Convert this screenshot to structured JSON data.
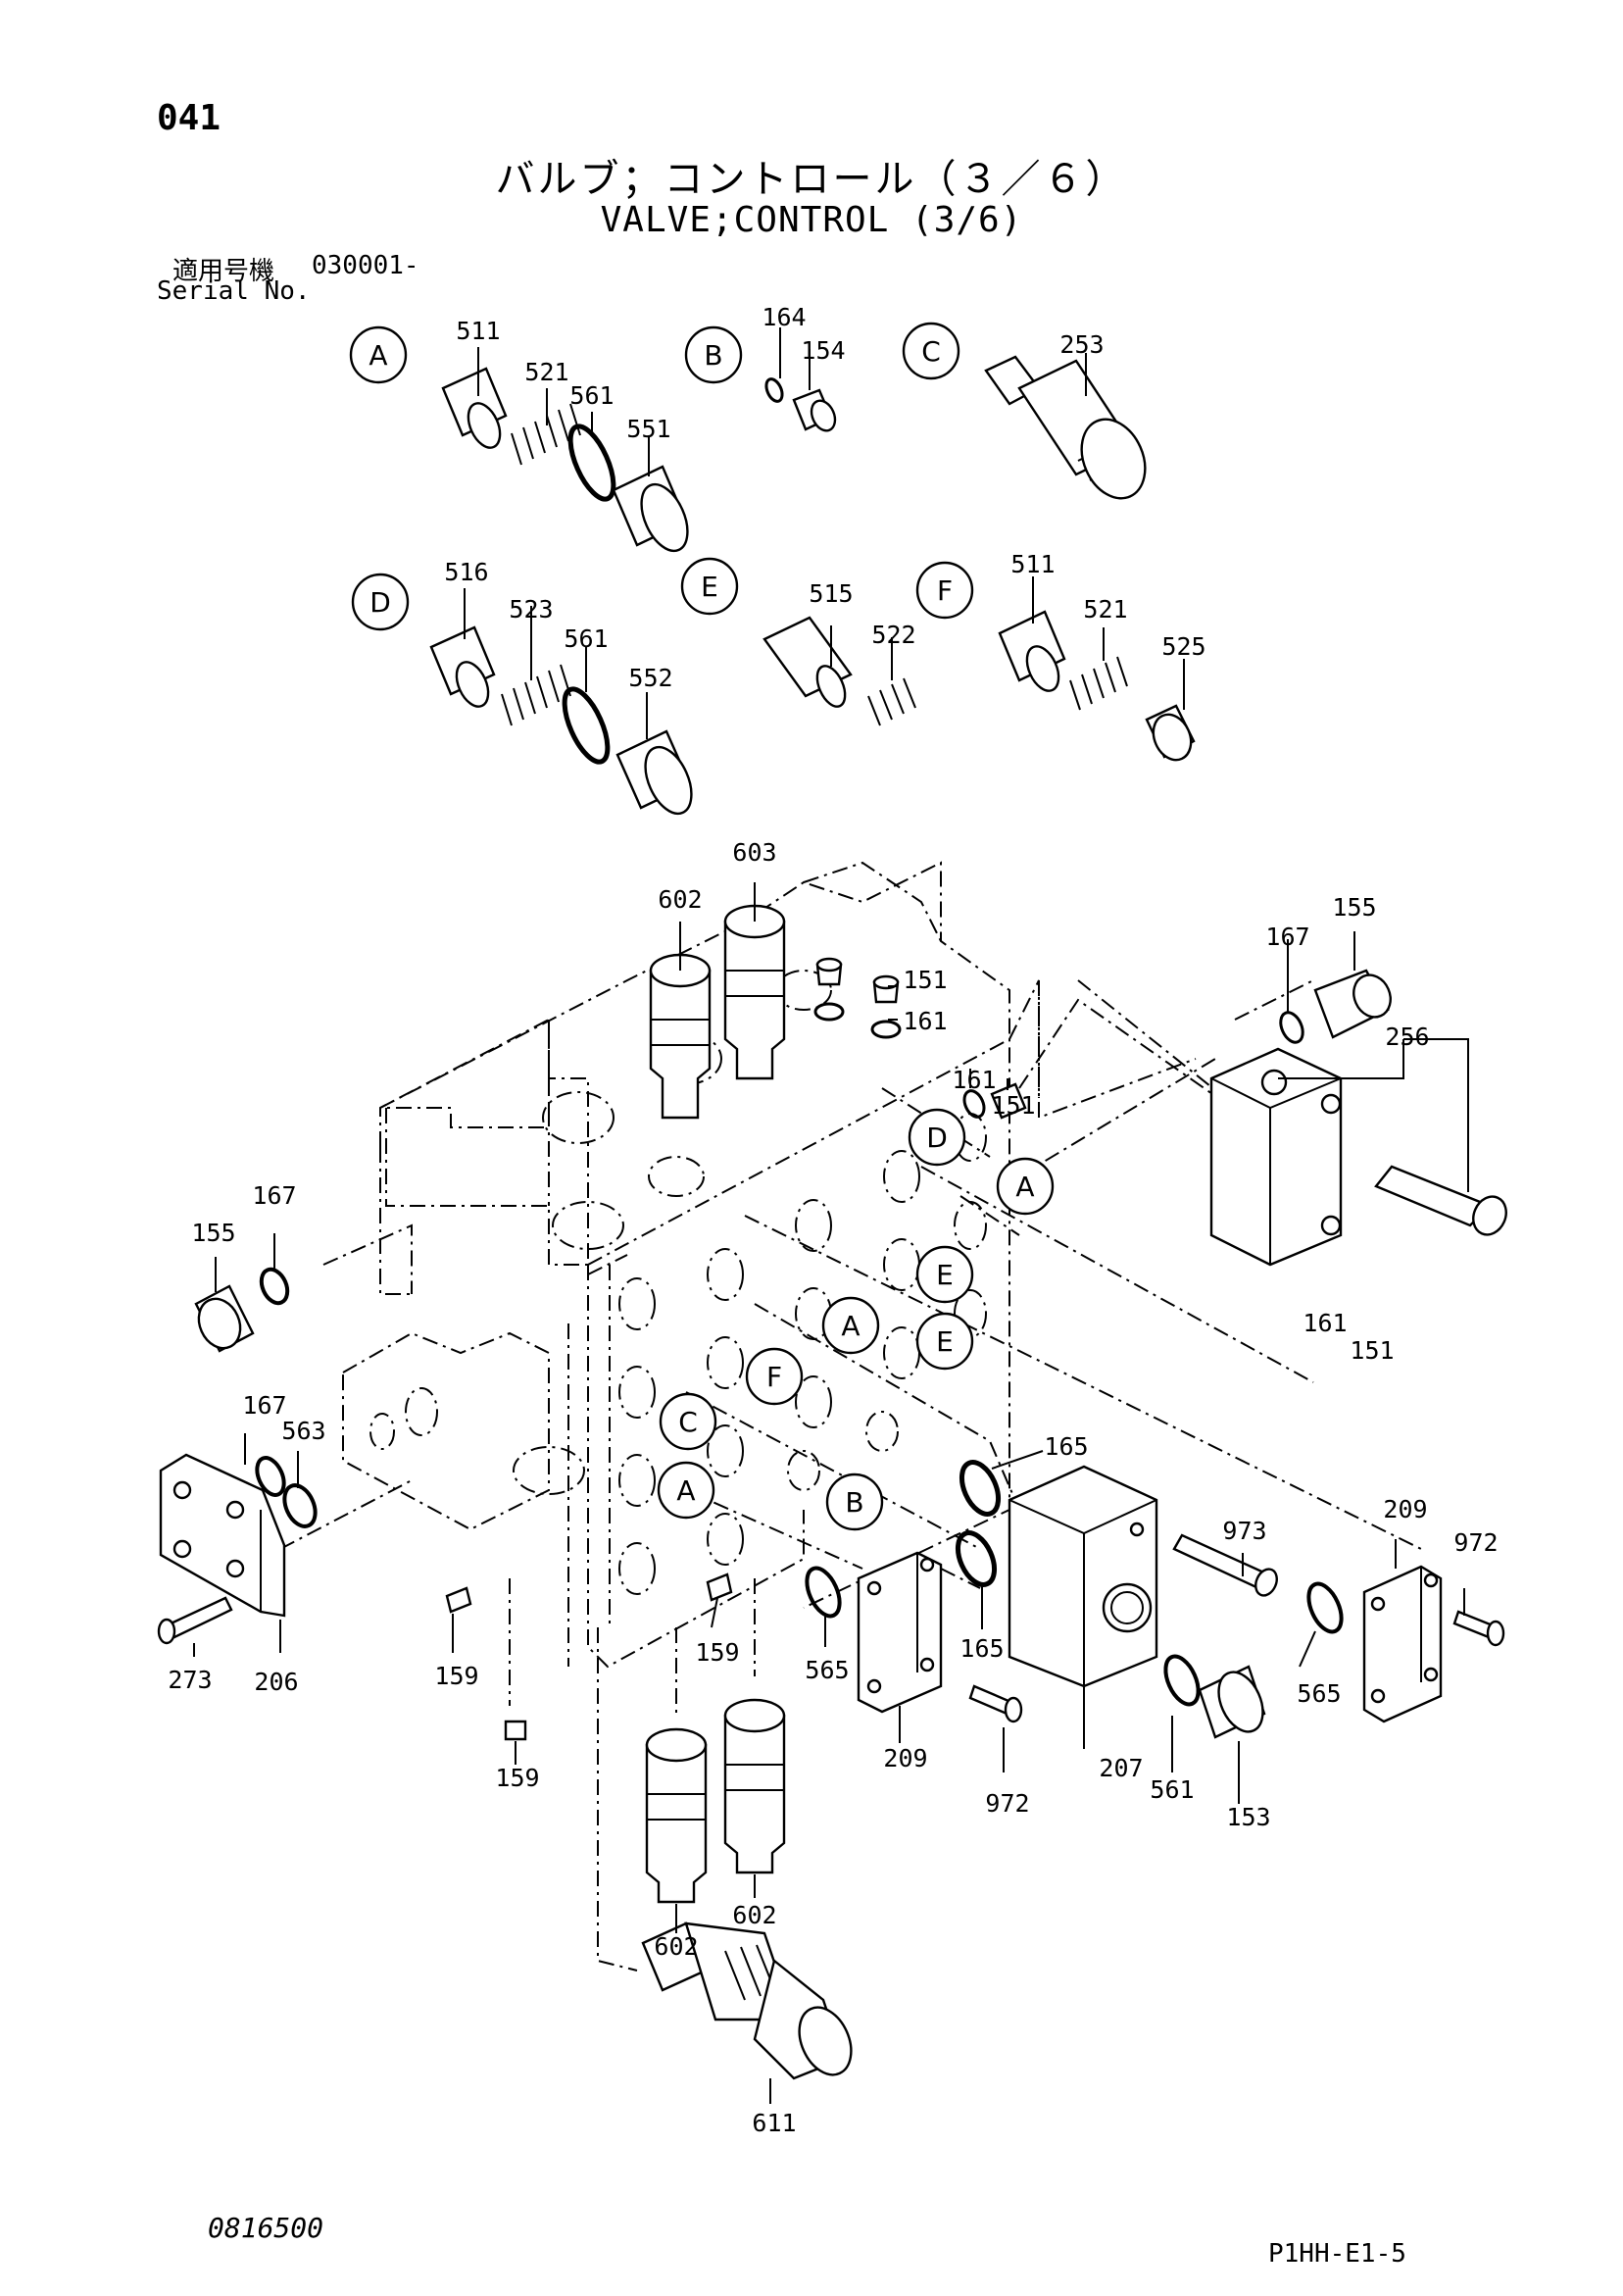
{
  "header": {
    "page_number": "041",
    "title_jp": "バルブ；コントロール（３／６）",
    "title_en": "VALVE;CONTROL (3/6)",
    "serial_label_jp": "適用号機",
    "serial_value": "030001-",
    "serial_label_en": "Serial No."
  },
  "footer": {
    "doc_number": "0816500",
    "sheet_ref": "P1HH-E1-5"
  },
  "callouts": [
    "A",
    "B",
    "C",
    "D",
    "E",
    "F",
    "D",
    "A",
    "E",
    "A",
    "E",
    "F",
    "C",
    "A",
    "B"
  ],
  "parts": [
    "511",
    "521",
    "561",
    "551",
    "164",
    "154",
    "253",
    "516",
    "523",
    "561",
    "552",
    "515",
    "522",
    "511",
    "521",
    "525",
    "603",
    "602",
    "151",
    "161",
    "161",
    "151",
    "155",
    "167",
    "256",
    "155",
    "167",
    "161",
    "151",
    "167",
    "563",
    "165",
    "973",
    "209",
    "972",
    "273",
    "206",
    "159",
    "159",
    "565",
    "165",
    "565",
    "209",
    "972",
    "207",
    "561",
    "153",
    "159",
    "602",
    "602",
    "611"
  ]
}
